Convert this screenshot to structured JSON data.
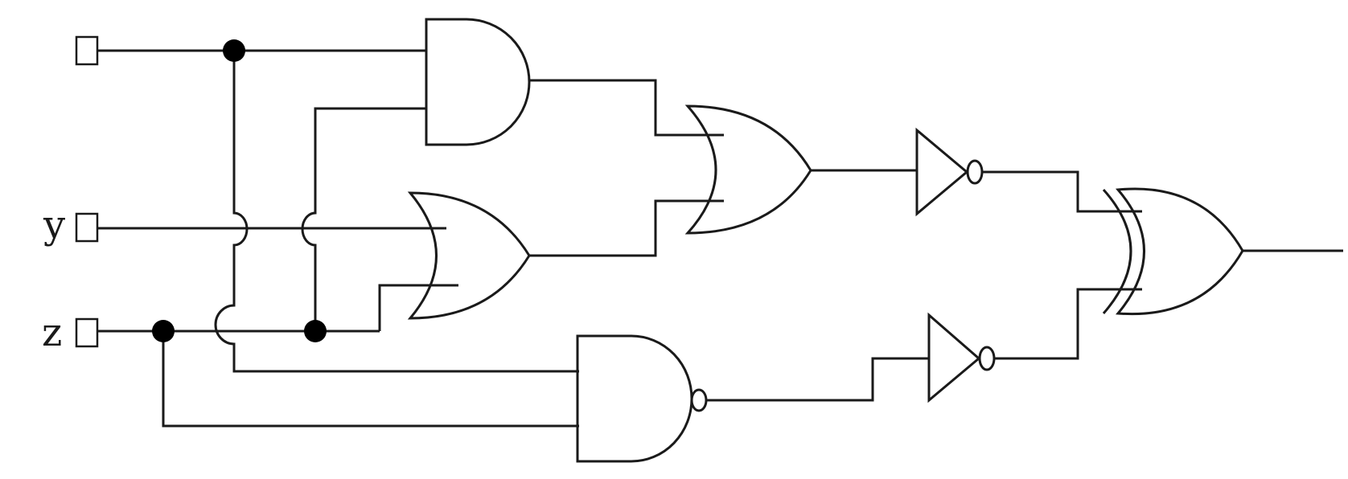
{
  "diagram": {
    "inputs": [
      {
        "id": "in1",
        "label": ""
      },
      {
        "id": "in2",
        "label": "y"
      },
      {
        "id": "in3",
        "label": "z"
      }
    ],
    "gates": [
      {
        "id": "and1",
        "kind": "AND"
      },
      {
        "id": "or1",
        "kind": "OR"
      },
      {
        "id": "or2",
        "kind": "OR"
      },
      {
        "id": "not1",
        "kind": "NOT"
      },
      {
        "id": "nand1",
        "kind": "NAND"
      },
      {
        "id": "not2",
        "kind": "NOT"
      },
      {
        "id": "xor1",
        "kind": "XOR"
      }
    ],
    "colors": {
      "line": "#1a1a1a",
      "junction": "#000000",
      "background": "#ffffff"
    }
  }
}
